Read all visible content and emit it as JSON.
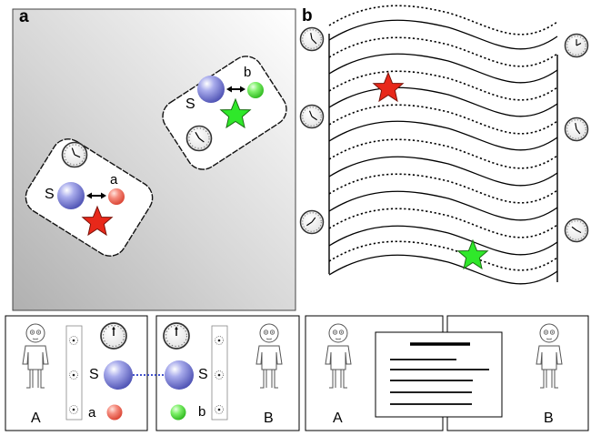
{
  "panels": {
    "a": {
      "letter": "a",
      "box1": {
        "system_label": "S",
        "partner_label": "a"
      },
      "box2": {
        "system_label": "S",
        "partner_label": "b"
      }
    },
    "b": {
      "letter": "b"
    }
  },
  "bottom_left": {
    "left_observer": "A",
    "right_observer": "B",
    "left_system": "S",
    "left_partner": "a",
    "right_system": "S",
    "right_partner": "b"
  },
  "bottom_right": {
    "left_observer": "A",
    "right_observer": "B"
  },
  "colors": {
    "red_star": "#e8281a",
    "green_star": "#2fe82a",
    "system_sphere": "#6a6fcf",
    "red_sphere": "#f06a5a",
    "green_sphere": "#5be04a",
    "link": "#2a3cc4"
  }
}
